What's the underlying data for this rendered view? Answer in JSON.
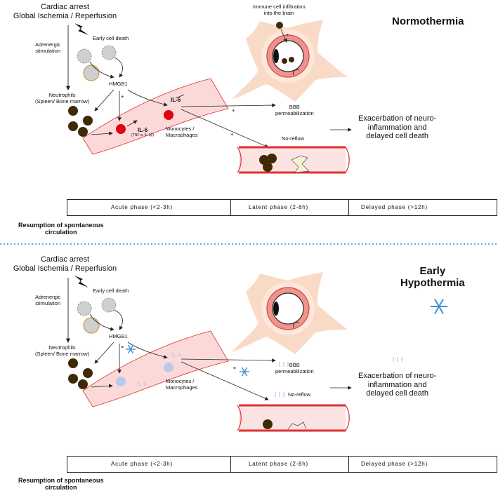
{
  "top": {
    "event_line1": "Cardiac arrest",
    "event_line2": "Global Ischemia / Reperfusion",
    "condition": "Normothermia",
    "adrenergic": "Adrenergic\nstimulation",
    "early_cell_death": "Early cell death",
    "hmgb1": "HMGB1",
    "plus_hmgb1": "+",
    "neutrophils": "Neutrophils\n(Spleen/ Bone marrow)",
    "il6_small": "IL-6",
    "il6_small_sub": "(TNF-α, IL-1β)",
    "il6_main": "IL-6",
    "monocytes": "Monocytes /\nMacrophages",
    "immune_infiltration": "Immune  cell infiltration\ninto the brain",
    "plus_infiltration": "+",
    "bbb": "BBB\npermeabilization",
    "plus_bbb": "+",
    "noreflow": "No-reflow",
    "plus_noreflow": "+",
    "exacerbation": "Exacerbation of neuro-\ninflammation and\ndelayed cell death"
  },
  "bottom": {
    "event_line1": "Cardiac arrest",
    "event_line2": "Global Ischemia / Reperfusion",
    "condition": "Early\nHypothermia",
    "adrenergic": "Adrenergic\nstimulation",
    "early_cell_death": "Early cell death",
    "hmgb1": "HMGB1",
    "minus_hmgb1": "-",
    "neutrophils": "Neutrophils\n(Spleen/ Bone marrow)",
    "il6_small": "IL-6",
    "il6_main": "IL-6",
    "monocytes": "Monocytes /\nMacrophages",
    "minus_bbb": "-",
    "bbb": "BBB\npermeabilization",
    "noreflow": "No-reflow",
    "exacerbation": "Exacerbation of neuro-\ninflammation and\ndelayed cell death"
  },
  "timeline": {
    "acute": "Acute phase (<2-3h)",
    "latent": "Latent phase (2-8h)",
    "delayed": "Delayed phase (>12h)",
    "resumption": "Resumption of spontaneous\ncirculation"
  },
  "colors": {
    "vessel_fill": "#fbd9d9",
    "vessel_edge": "#e03030",
    "neutrophil": "#3f2a05",
    "neutrophil_red": "#e3000f",
    "neutrophil_pale": "#b9c9ea",
    "dead_cell": "#cfcfcf",
    "dead_cell_edge": "#c9a050",
    "neuron": "#f7d6c2",
    "separator": "#6aa7de",
    "snow": "#3b8fd6"
  },
  "icons": [
    "lightning-icon",
    "snowflake-icon",
    "down-arrows-icon"
  ]
}
